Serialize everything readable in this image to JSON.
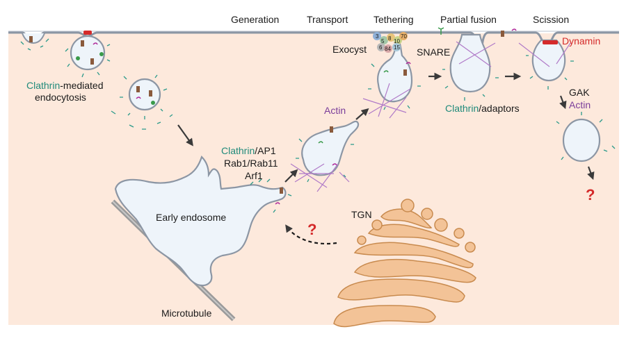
{
  "stages": {
    "generation": "Generation",
    "transport": "Transport",
    "tethering": "Tethering",
    "partial_fusion": "Partial fusion",
    "scission": "Scission"
  },
  "labels": {
    "clathrin_word": "Clathrin",
    "mediated": "-mediated",
    "endocytosis": "endocytosis",
    "ap1": "/AP1",
    "rab": "Rab1/Rab11",
    "arf1": "Arf1",
    "early_endosome": "Early endosome",
    "microtubule": "Microtubule",
    "actin": "Actin",
    "exocyst": "Exocyst",
    "snare": "SNARE",
    "adaptors": "/adaptors",
    "dynamin": "Dynamin",
    "gak": "GAK",
    "tgn": "TGN",
    "question": "?"
  },
  "exocyst_subunits": [
    "3",
    "5",
    "8",
    "10",
    "70",
    "6",
    "84",
    "15"
  ],
  "colors": {
    "background": "#fde9dc",
    "membrane_fill": "#eef4fa",
    "membrane_stroke": "#8c96a4",
    "clathrin": "#1f8a7a",
    "actin": "#7a3d9a",
    "dynamin": "#d42a2a",
    "tgn": "#f3c397"
  }
}
